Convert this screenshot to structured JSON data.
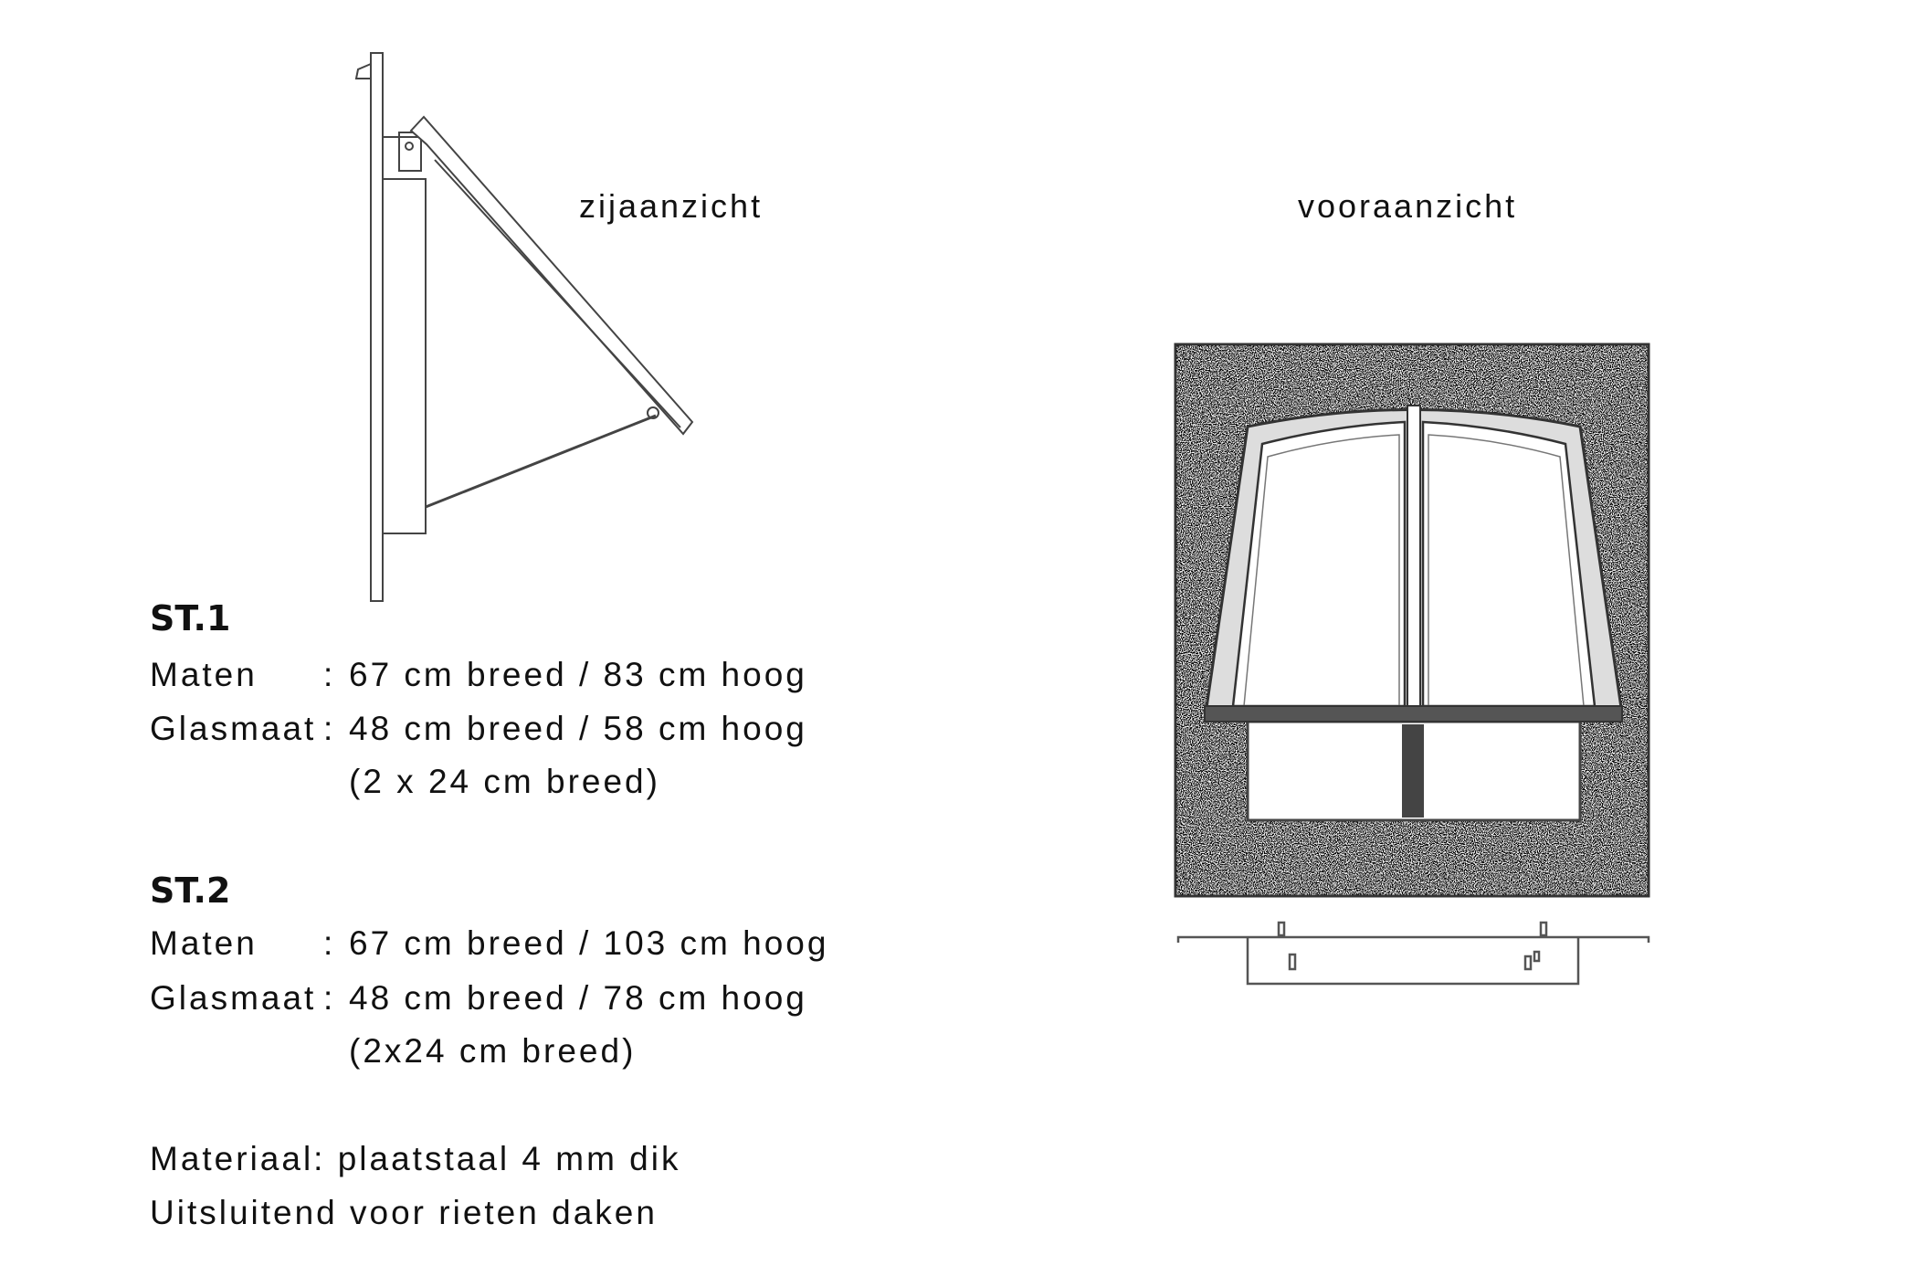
{
  "views": {
    "side_label": "zijaanzicht",
    "front_label": "vooraanzicht"
  },
  "models": [
    {
      "title": "ST.1",
      "rows": [
        {
          "key": "Maten",
          "sep": ":",
          "value": "67 cm breed / 83 cm hoog"
        },
        {
          "key": "Glasmaat",
          "sep": ":",
          "value": "48 cm breed / 58 cm hoog"
        },
        {
          "key": "",
          "sep": "",
          "value": "(2 x 24 cm breed)"
        }
      ]
    },
    {
      "title": "ST.2",
      "rows": [
        {
          "key": "Maten",
          "sep": ":",
          "value": "67 cm breed / 103 cm hoog"
        },
        {
          "key": "Glasmaat",
          "sep": ":",
          "value": "48 cm breed / 78 cm hoog"
        },
        {
          "key": "",
          "sep": "",
          "value": "(2x24 cm breed)"
        }
      ]
    }
  ],
  "notes": [
    "Materiaal: plaatstaal 4 mm dik",
    "Uitsluitend voor rieten daken"
  ]
}
